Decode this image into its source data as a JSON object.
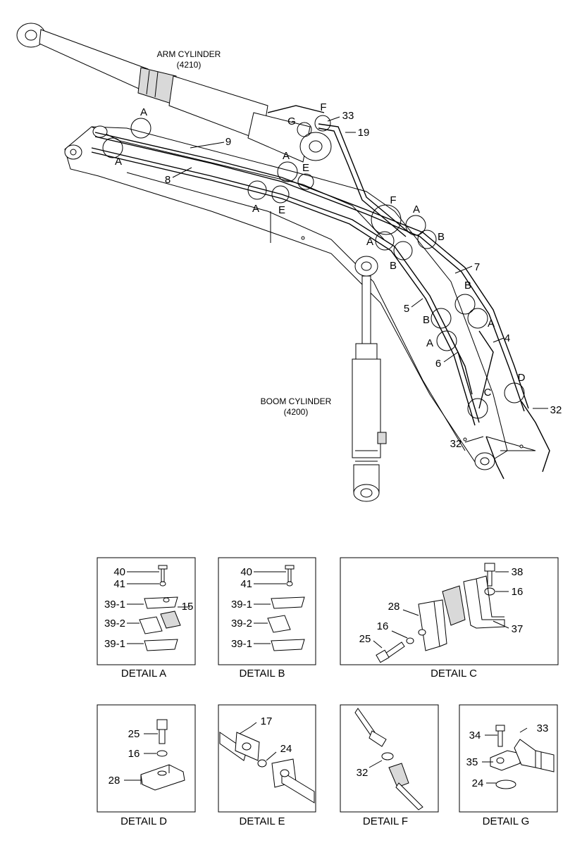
{
  "main": {
    "arm_cylinder": {
      "name": "ARM CYLINDER",
      "code": "(4210)"
    },
    "boom_cylinder": {
      "name": "BOOM CYLINDER",
      "code": "(4200)"
    },
    "callouts": [
      {
        "text": "A"
      },
      {
        "text": "A"
      },
      {
        "text": "A"
      },
      {
        "text": "A"
      },
      {
        "text": "A"
      },
      {
        "text": "A"
      },
      {
        "text": "A"
      },
      {
        "text": "A"
      },
      {
        "text": "A"
      },
      {
        "text": "B"
      },
      {
        "text": "B"
      },
      {
        "text": "B"
      },
      {
        "text": "B"
      },
      {
        "text": "E"
      },
      {
        "text": "E"
      },
      {
        "text": "F"
      },
      {
        "text": "F"
      },
      {
        "text": "G"
      },
      {
        "text": "C"
      },
      {
        "text": "D"
      }
    ],
    "part_numbers": [
      {
        "text": "9"
      },
      {
        "text": "8"
      },
      {
        "text": "33"
      },
      {
        "text": "19"
      },
      {
        "text": "7"
      },
      {
        "text": "5"
      },
      {
        "text": "4"
      },
      {
        "text": "6"
      },
      {
        "text": "32"
      },
      {
        "text": "32"
      }
    ]
  },
  "details": [
    {
      "caption": "DETAIL A",
      "labels": [
        "40",
        "41",
        "39-1",
        "15",
        "39-2",
        "39-1"
      ]
    },
    {
      "caption": "DETAIL B",
      "labels": [
        "40",
        "41",
        "39-1",
        "39-2",
        "39-1"
      ]
    },
    {
      "caption": "DETAIL C",
      "labels": [
        "38",
        "16",
        "28",
        "16",
        "37",
        "25"
      ]
    },
    {
      "caption": "DETAIL D",
      "labels": [
        "25",
        "16",
        "28"
      ]
    },
    {
      "caption": "DETAIL E",
      "labels": [
        "17",
        "24"
      ]
    },
    {
      "caption": "DETAIL F",
      "labels": [
        "32"
      ]
    },
    {
      "caption": "DETAIL G",
      "labels": [
        "34",
        "33",
        "35",
        "24"
      ]
    }
  ]
}
